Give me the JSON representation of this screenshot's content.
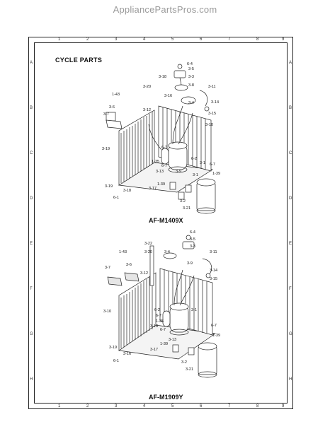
{
  "watermark": "AppliancePartsPros.com",
  "section_title": "CYCLE PARTS",
  "diagram_top": {
    "model": "AF-M1409X",
    "callouts": [
      "6-4",
      "3-5",
      "3-3",
      "3-18",
      "3-20",
      "3-8",
      "3-11",
      "1-43",
      "3-16",
      "3-4",
      "3-14",
      "3-15",
      "3-6",
      "3-12",
      "3-7",
      "3-10",
      "3-19",
      "6-7",
      "1-35",
      "6-7",
      "6-2",
      "3-1",
      "3-13",
      "6-7",
      "1-39",
      "3-1",
      "3-9",
      "1-39",
      "3-19",
      "3-17",
      "3-18",
      "6-1",
      "3-2",
      "3-21"
    ]
  },
  "diagram_bottom": {
    "model": "AF-M1909Y",
    "callouts": [
      "6-4",
      "3-5",
      "3-3",
      "3-22",
      "3-20",
      "3-4",
      "3-11",
      "1-43",
      "3-12",
      "3-7",
      "3-6",
      "3-14",
      "3-15",
      "3-9",
      "3-10",
      "6-2",
      "6-7",
      "3-1",
      "1-35",
      "3-18",
      "6-7",
      "3-13",
      "6-7",
      "1-39",
      "1-39",
      "3-17",
      "3-19",
      "3-2",
      "3-16",
      "6-1",
      "3-21"
    ]
  },
  "frame": {
    "left_letters": [
      "A",
      "B",
      "C",
      "D",
      "E",
      "F",
      "G",
      "H"
    ],
    "right_letters": [
      "A",
      "B",
      "C",
      "D",
      "E",
      "F",
      "G",
      "H"
    ],
    "top_numbers": [
      "1",
      "2",
      "3",
      "4",
      "5",
      "6",
      "7",
      "8",
      "9"
    ],
    "bottom_numbers": [
      "1",
      "2",
      "3",
      "4",
      "5",
      "6",
      "7",
      "8",
      "9"
    ]
  }
}
